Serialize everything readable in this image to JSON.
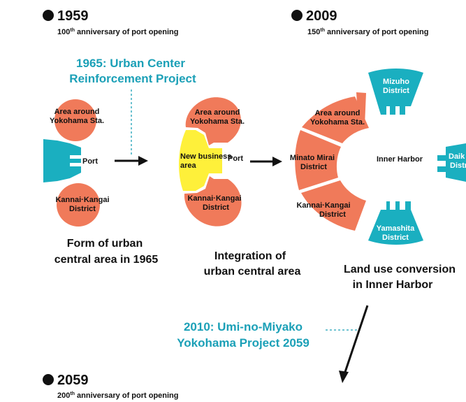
{
  "colors": {
    "orange": "#f07a5a",
    "teal": "#1aafc0",
    "yellow": "#fef03a",
    "blue_text": "#1ba0b7",
    "black": "#111111"
  },
  "milestones": {
    "m1959": {
      "year": "1959",
      "anniv_num": "100",
      "anniv_sup": "th",
      "anniv_rest": " anniversary of port opening"
    },
    "m2009": {
      "year": "2009",
      "anniv_num": "150",
      "anniv_sup": "th",
      "anniv_rest": " anniversary of port opening"
    },
    "m2059": {
      "year": "2059",
      "anniv_num": "200",
      "anniv_sup": "th",
      "anniv_rest": " anniversary of port opening"
    }
  },
  "projects": {
    "p1965": {
      "line1": "1965: Urban Center",
      "line2": "Reinforcement Project"
    },
    "p2010": {
      "line1": "2010: Umi-no-Miyako",
      "line2": "Yokohama Project 2059"
    }
  },
  "stage1": {
    "yokohama": [
      "Area around",
      "Yokohama Sta."
    ],
    "port": "Port",
    "kannai": [
      "Kannai·Kangai",
      "District"
    ],
    "caption": [
      "Form of urban",
      "central area in 1965"
    ]
  },
  "stage2": {
    "yokohama": [
      "Area around",
      "Yokohama Sta."
    ],
    "newbiz": [
      "New business",
      "area"
    ],
    "port": "Port",
    "kannai": [
      "Kannai·Kangai",
      "District"
    ],
    "caption": [
      "Integration of",
      "urban central area"
    ]
  },
  "stage3": {
    "mizuho": [
      "Mizuho",
      "District"
    ],
    "yokohama": [
      "Area around",
      "Yokohama Sta."
    ],
    "minato": [
      "Minato Mirai",
      "District"
    ],
    "inner": "Inner Harbor",
    "kannai": [
      "Kannai·Kangai",
      "District"
    ],
    "yamashita": [
      "Yamashita",
      "District"
    ],
    "daikoku": [
      "Daik",
      "Distr"
    ],
    "caption": [
      "Land use conversion",
      "in Inner Harbor"
    ]
  }
}
